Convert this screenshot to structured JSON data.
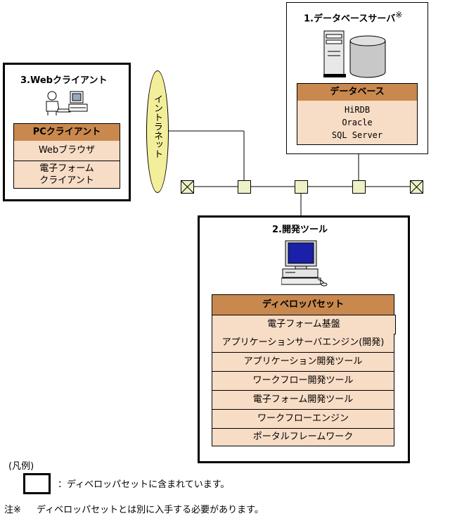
{
  "db_server": {
    "title": "1.データベースサーバ",
    "mark": "※",
    "header": "データベース",
    "items": [
      "HiRDB",
      "Oracle",
      "SQL Server"
    ]
  },
  "web_client": {
    "title": "3.Webクライアント",
    "header": "PCクライアント",
    "items": [
      "Webブラウザ",
      "電子フォーム\nクライアント"
    ]
  },
  "intranet": {
    "label": "イントラネット"
  },
  "dev_tools": {
    "title": "2.開発ツール",
    "header": "ディベロッパセット",
    "items": [
      "電子フォーム基盤",
      "アプリケーションサーバエンジン(開発)",
      "アプリケーション開発ツール",
      "ワークフロー開発ツール",
      "電子フォーム開発ツール",
      "ワークフローエンジン",
      "ポータルフレームワーク"
    ]
  },
  "legend": {
    "title": "(凡例)",
    "description": "：ディベロッパセットに含まれています。"
  },
  "footnote": {
    "mark": "注※",
    "text": "ディベロッパセットとは別に入手する必要があります。"
  },
  "colors": {
    "header_fill": "#c8884e",
    "cell_fill": "#f7dcc6",
    "node_fill": "#eef0c6",
    "intranet_fill": "#f3ee9a"
  }
}
